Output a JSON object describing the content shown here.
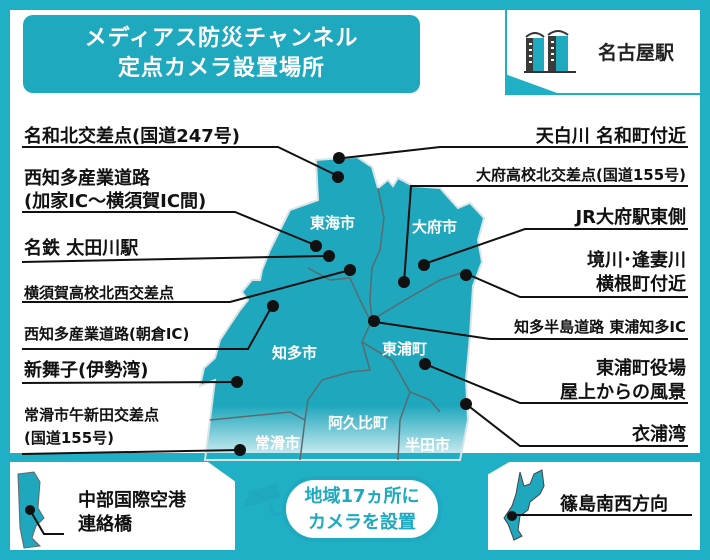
{
  "title": {
    "line1": "メディアス防災チャンネル",
    "line2": "定点カメラ設置場所"
  },
  "station": {
    "label": "名古屋駅",
    "icon": "buildings-icon"
  },
  "left_labels": [
    {
      "text": "名和北交差点(国道247号)"
    },
    {
      "text": "西知多産業道路",
      "text2": "(加家IC〜横須賀IC間)"
    },
    {
      "text": "名鉄 太田川駅"
    },
    {
      "text": "横須賀高校北西交差点"
    },
    {
      "text": "西知多産業道路(朝倉IC)"
    },
    {
      "text": "新舞子(伊勢湾)"
    },
    {
      "text": "常滑市午新田交差点",
      "text2": "(国道155号)"
    }
  ],
  "right_labels": [
    {
      "text": "天白川 名和町付近"
    },
    {
      "text": "大府高校北交差点(国道155号)"
    },
    {
      "text": "JR大府駅東側"
    },
    {
      "text": "境川･逢妻川",
      "text2": "横根町付近"
    },
    {
      "text": "知多半島道路 東浦知多IC"
    },
    {
      "text": "東浦町役場",
      "text2": "屋上からの風景"
    },
    {
      "text": "衣浦湾"
    }
  ],
  "map_regions": [
    {
      "name": "東海市"
    },
    {
      "name": "大府市"
    },
    {
      "name": "知多市"
    },
    {
      "name": "東浦町"
    },
    {
      "name": "常滑市"
    },
    {
      "name": "阿久比町"
    },
    {
      "name": "半田市"
    }
  ],
  "bottom": {
    "airport": {
      "line1": "中部国際空港",
      "line2": "連絡橋"
    },
    "badge": {
      "line1": "地域17ヵ所に",
      "line2": "カメラを設置"
    },
    "shinojima": {
      "label": "篠島南西方向"
    }
  },
  "colors": {
    "accent": "#1fb0c6",
    "map_fill": "#1ea7bd",
    "border": "#5a6a6e"
  }
}
